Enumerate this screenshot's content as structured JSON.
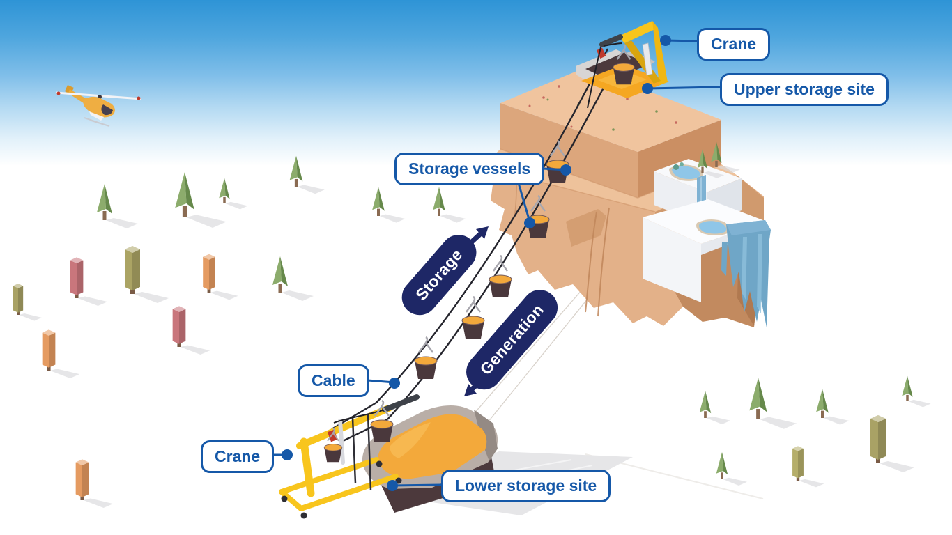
{
  "callouts": {
    "crane_upper": {
      "text": "Crane"
    },
    "upper_storage_site": {
      "text": "Upper storage site"
    },
    "storage_vessels": {
      "text": "Storage vessels"
    },
    "cable": {
      "text": "Cable"
    },
    "crane_lower": {
      "text": "Crane"
    },
    "lower_storage_site": {
      "text": "Lower storage site"
    }
  },
  "process_arrows": {
    "storage": {
      "text": "Storage",
      "direction": "up-right"
    },
    "generation": {
      "text": "Generation",
      "direction": "down-left"
    }
  },
  "colors": {
    "callout_blue": "#1558A8",
    "process_navy": "#1E2766",
    "sky_top": "#2E94D6",
    "mountain_tan": "#E3B189",
    "sand_orange": "#F3A93B",
    "crane_yellow": "#F8C51D",
    "waterfall_blue": "#6FA6C7"
  },
  "scene_objects": [
    "helicopter",
    "mountain",
    "waterfall",
    "upper-crane",
    "upper-storage-site",
    "cableway",
    "storage-vessel-buckets",
    "lower-crane",
    "lower-storage-site",
    "pine-trees",
    "block-trees"
  ]
}
